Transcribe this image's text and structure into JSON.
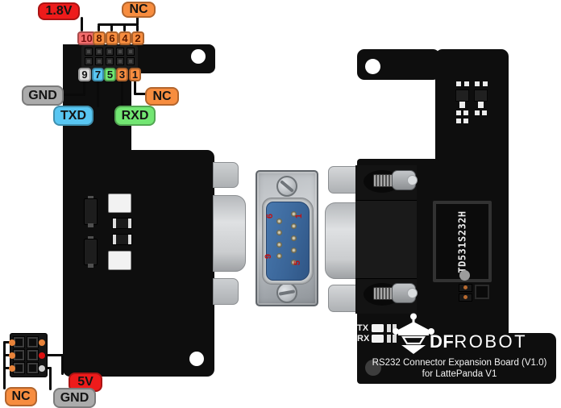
{
  "colors": {
    "background": "#ffffff",
    "board": "#0e0e0e",
    "wire": "#0a0a0a",
    "red": "#ee1b1b",
    "orange": "#f78d3f",
    "pink": "#f36d6d",
    "gray_label": "#ababab",
    "light_gray_label": "#dcdcdc",
    "cyan": "#58c6f2",
    "green": "#72e672",
    "dark_red_text": "#5a1a00",
    "pink_text": "#7c1212",
    "black_text": "#141414",
    "db9_blue": "#3e6ea8",
    "silkscreen": "#f2f2f2",
    "led_red": "#dd1111"
  },
  "left_board": {
    "label_1v8": "1.8V",
    "label_nc_top": "NC",
    "top_pins": [
      {
        "n": "10",
        "bg": "#f36d6d",
        "fg": "#7c1212"
      },
      {
        "n": "8",
        "bg": "#f78d3f",
        "fg": "#5a1a00"
      },
      {
        "n": "6",
        "bg": "#f78d3f",
        "fg": "#5a1a00"
      },
      {
        "n": "4",
        "bg": "#f78d3f",
        "fg": "#5a1a00"
      },
      {
        "n": "2",
        "bg": "#f78d3f",
        "fg": "#5a1a00"
      }
    ],
    "bottom_pins": [
      {
        "n": "9",
        "bg": "#dcdcdc",
        "fg": "#141414"
      },
      {
        "n": "7",
        "bg": "#58c6f2",
        "fg": "#141414"
      },
      {
        "n": "5",
        "bg": "#72e672",
        "fg": "#141414"
      },
      {
        "n": "3",
        "bg": "#f78d3f",
        "fg": "#141414"
      },
      {
        "n": "1",
        "bg": "#f78d3f",
        "fg": "#141414"
      }
    ],
    "label_gnd": "GND",
    "label_txd": "TXD",
    "label_rxd": "RXD",
    "label_nc_mid": "NC",
    "label_5v": "5V",
    "label_gnd_bottom": "GND",
    "label_nc_bottom": "NC"
  },
  "db9_connector": {
    "pin_marks": [
      {
        "n": "6"
      },
      {
        "n": "1"
      },
      {
        "n": "9"
      },
      {
        "n": "5"
      }
    ]
  },
  "right_board": {
    "chip_label": "TD531S232H",
    "label_tx": "TX",
    "label_rx": "RX",
    "logo_df": "DF",
    "logo_robot": "ROBOT",
    "title_line1": "RS232 Connector Expansion Board (V1.0)",
    "title_line2": "for LattePanda V1"
  }
}
